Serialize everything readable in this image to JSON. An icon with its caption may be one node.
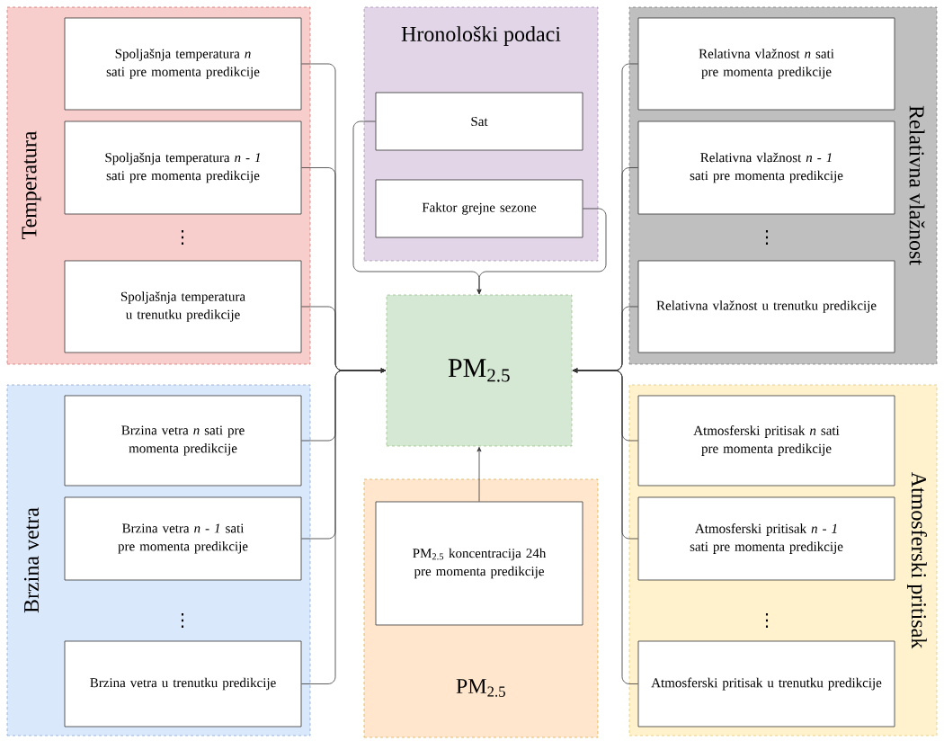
{
  "diagram": {
    "nodes": [
      {
        "text": [
          "Temperatura"
        ]
      },
      {
        "text": [
          "Spoljašnja temperatura *n* sati pre momenta predikcije"
        ],
        "in": 0
      },
      {
        "text": [
          "Spoljašnja temperatura *n* - *1* sati pre momenta predikcije"
        ],
        "in": 0
      },
      {
        "text": [
          "Spoljašnja temperatura u trenutku predikcije"
        ],
        "in": 0
      },
      {
        "text": [
          "Hronološki podaci"
        ]
      },
      {
        "text": [
          "Sat"
        ],
        "in": 4
      },
      {
        "text": [
          "Faktor grejne sezone"
        ],
        "in": 4
      },
      {
        "text": [
          "Relativna vlažnost"
        ]
      },
      {
        "text": [
          "Relativna vlažnost *n* sati pre momenta predikcije"
        ],
        "in": 7
      },
      {
        "text": [
          "Relativna vlažnost *n* - *1* sati pre momenta predikcije"
        ],
        "in": 7
      },
      {
        "text": [
          "Relativna vlažnost u trenutku predikcije"
        ],
        "in": 7
      },
      {
        "text": [
          "PM$_{2.5}$"
        ]
      },
      {
        "text": [
          "Brzina vetra"
        ]
      },
      {
        "text": [
          "Brzina vetra *n* sati pre momenta predikcije"
        ],
        "in": 12
      },
      {
        "text": [
          "Brzina vetra *n* - *1* sati pre momenta predikcije"
        ],
        "in": 12
      },
      {
        "text": [
          "Brzina vetra u trenutku predikcije"
        ],
        "in": 12
      },
      {
        "text": [
          "PM$_{2.5}$"
        ]
      },
      {
        "text": [
          "PM$_{2.5}$ koncentracija 24h pre momenta predikcije"
        ],
        "in": 16
      },
      {
        "text": [
          "Atmosferski pritisak"
        ]
      },
      {
        "text": [
          "Atmosferski pritisak *n* sati pre momenta predikcije"
        ],
        "in": 18
      },
      {
        "text": [
          "Atmosferski pritisak *n* - *1* sati pre momenta predikcije"
        ],
        "in": 18
      },
      {
        "text": [
          "Atmosferski pritisak u trenutku predikcije"
        ],
        "in": 18
      }
    ],
    "edges": [
      {
        "from": 1,
        "to": 11,
        "arrow": "to"
      },
      {
        "from": 2,
        "to": 11,
        "arrow": "to"
      },
      {
        "from": 3,
        "to": 11,
        "arrow": "to"
      },
      {
        "from": 5,
        "to": 11,
        "arrow": "to"
      },
      {
        "from": 6,
        "to": 11,
        "arrow": "to"
      },
      {
        "from": 8,
        "to": 11,
        "arrow": "to"
      },
      {
        "from": 9,
        "to": 11,
        "arrow": "to"
      },
      {
        "from": 10,
        "to": 11,
        "arrow": "to"
      },
      {
        "from": 13,
        "to": 11,
        "arrow": "to"
      },
      {
        "from": 14,
        "to": 11,
        "arrow": "to"
      },
      {
        "from": 15,
        "to": 11,
        "arrow": "to"
      },
      {
        "from": 17,
        "to": 11,
        "arrow": "to"
      },
      {
        "from": 19,
        "to": 11,
        "arrow": "to"
      },
      {
        "from": 20,
        "to": 11,
        "arrow": "to"
      },
      {
        "from": 21,
        "to": 11,
        "arrow": "to"
      }
    ],
    "labels": [
      "⋮",
      "⋮",
      "⋮",
      "⋮"
    ]
  }
}
